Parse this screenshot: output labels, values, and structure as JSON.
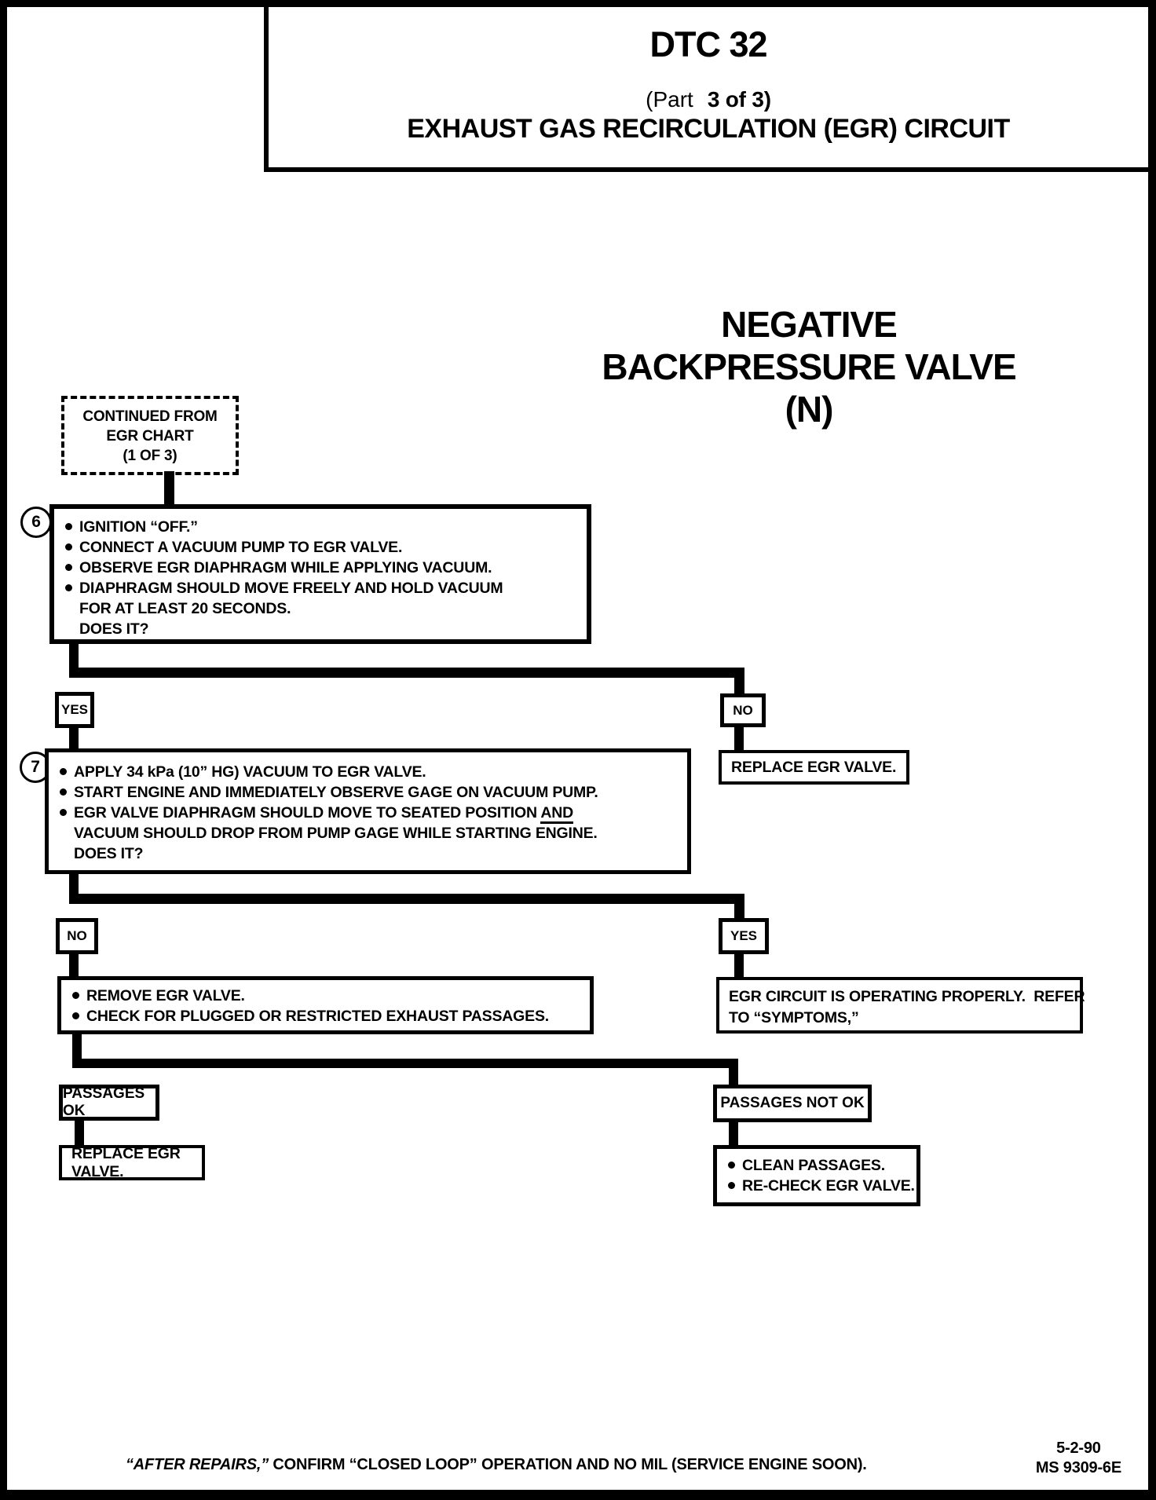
{
  "title": {
    "line1": "DTC 32",
    "part_prefix": "(Part",
    "part_bold": "3 of 3)",
    "line3": "EXHAUST GAS RECIRCULATION (EGR) CIRCUIT"
  },
  "heading": {
    "line1": "NEGATIVE",
    "line2": "BACKPRESSURE VALVE",
    "line3": "(N)"
  },
  "continued_box": {
    "line1": "CONTINUED FROM",
    "line2": "EGR CHART",
    "line3": "(1 OF 3)"
  },
  "step6": {
    "number": "6",
    "bullet1": "IGNITION “OFF.”",
    "bullet2": "CONNECT A VACUUM PUMP TO EGR VALVE.",
    "bullet3": "OBSERVE EGR DIAPHRAGM WHILE APPLYING VACUUM.",
    "bullet4": "DIAPHRAGM SHOULD MOVE FREELY AND HOLD VACUUM",
    "cont1": "FOR AT LEAST 20 SECONDS.",
    "cont2": "DOES IT?"
  },
  "decision1": {
    "yes": "YES",
    "no": "NO"
  },
  "replace_valve_right": "REPLACE EGR VALVE.",
  "step7": {
    "number": "7",
    "bullet1": "APPLY 34 kPa (10” HG) VACUUM TO EGR VALVE.",
    "bullet2": "START ENGINE AND IMMEDIATELY OBSERVE GAGE ON VACUUM PUMP.",
    "bullet3_pre": "EGR VALVE DIAPHRAGM SHOULD MOVE TO SEATED POSITION ",
    "bullet3_underlined": "AND",
    "cont1": "VACUUM SHOULD DROP FROM PUMP GAGE WHILE STARTING ENGINE.",
    "cont2": "DOES IT?"
  },
  "decision2": {
    "no": "NO",
    "yes": "YES"
  },
  "remove_box": {
    "bullet1": "REMOVE EGR VALVE.",
    "bullet2": "CHECK FOR PLUGGED OR RESTRICTED EXHAUST PASSAGES."
  },
  "egr_ok_box": {
    "line1": "EGR CIRCUIT IS OPERATING PROPERLY.  REFER",
    "line2": "TO “SYMPTOMS,”"
  },
  "passages": {
    "ok": "PASSAGES OK",
    "not_ok": "PASSAGES NOT OK"
  },
  "replace_valve_left": "REPLACE EGR VALVE.",
  "clean_box": {
    "bullet1": "CLEAN PASSAGES.",
    "bullet2": "RE-CHECK EGR VALVE."
  },
  "footer": {
    "italic": "“AFTER REPAIRS,”",
    "rest": " CONFIRM “CLOSED LOOP” OPERATION AND NO MIL (SERVICE ENGINE SOON).",
    "date": "5-2-90",
    "doc": "MS 9309-6E"
  },
  "colors": {
    "ink": "#000000",
    "paper": "#ffffff"
  }
}
